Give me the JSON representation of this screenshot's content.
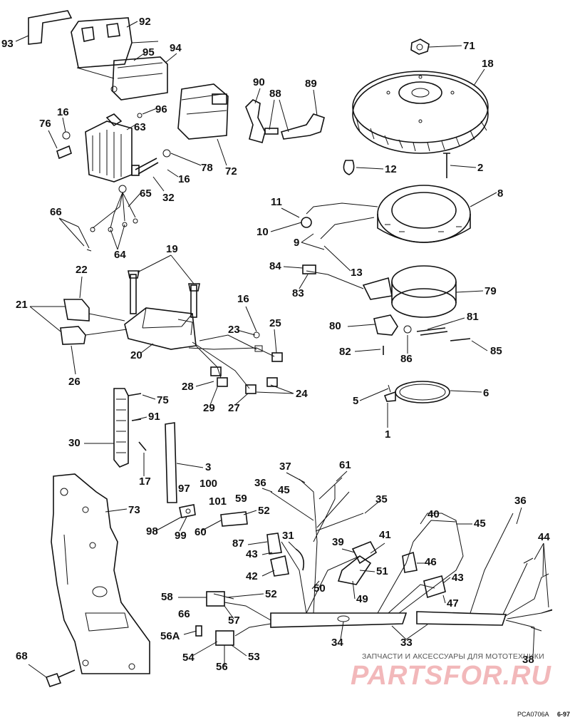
{
  "labels": {
    "n1": "1",
    "n2": "2",
    "n3": "3",
    "n5": "5",
    "n6": "6",
    "n8": "8",
    "n9": "9",
    "n10": "10",
    "n11": "11",
    "n12": "12",
    "n13": "13",
    "n16a": "16",
    "n16b": "16",
    "n16c": "16",
    "n17": "17",
    "n18": "18",
    "n19": "19",
    "n20": "20",
    "n21": "21",
    "n22": "22",
    "n23": "23",
    "n24": "24",
    "n25": "25",
    "n26": "26",
    "n27": "27",
    "n28": "28",
    "n29": "29",
    "n30": "30",
    "n31": "31",
    "n32": "32",
    "n33": "33",
    "n34": "34",
    "n35": "35",
    "n36a": "36",
    "n36b": "36",
    "n37": "37",
    "n38": "38",
    "n39": "39",
    "n40": "40",
    "n41": "41",
    "n42": "42",
    "n43a": "43",
    "n43b": "43",
    "n44": "44",
    "n45a": "45",
    "n45b": "45",
    "n46": "46",
    "n47": "47",
    "n49": "49",
    "n50": "50",
    "n51": "51",
    "n52a": "52",
    "n52b": "52",
    "n53": "53",
    "n54": "54",
    "n56": "56",
    "n56a": "56A",
    "n57": "57",
    "n58": "58",
    "n59": "59",
    "n60": "60",
    "n61": "61",
    "n63": "63",
    "n64": "64",
    "n65": "65",
    "n66": "66",
    "n66b": "66",
    "n68": "68",
    "n71": "71",
    "n72": "72",
    "n73": "73",
    "n75": "75",
    "n76": "76",
    "n78": "78",
    "n79": "79",
    "n80": "80",
    "n81": "81",
    "n82": "82",
    "n83": "83",
    "n84": "84",
    "n85": "85",
    "n86": "86",
    "n87": "87",
    "n88": "88",
    "n89": "89",
    "n90": "90",
    "n91": "91",
    "n92": "92",
    "n93": "93",
    "n94": "94",
    "n95": "95",
    "n96": "96",
    "n97": "97",
    "n98": "98",
    "n99": "99",
    "n100": "100",
    "n101": "101"
  },
  "watermark": {
    "subtitle": "ЗАПЧАСТИ И АКСЕССУАРЫ ДЛЯ МОТОТЕХНИКИ",
    "logo": "PARTSFOR.RU"
  },
  "footer": {
    "drawing_code": "PCA0706A",
    "date_code": "6-97"
  },
  "colors": {
    "ink": "#111111",
    "watermark": "#f2b8ba"
  }
}
